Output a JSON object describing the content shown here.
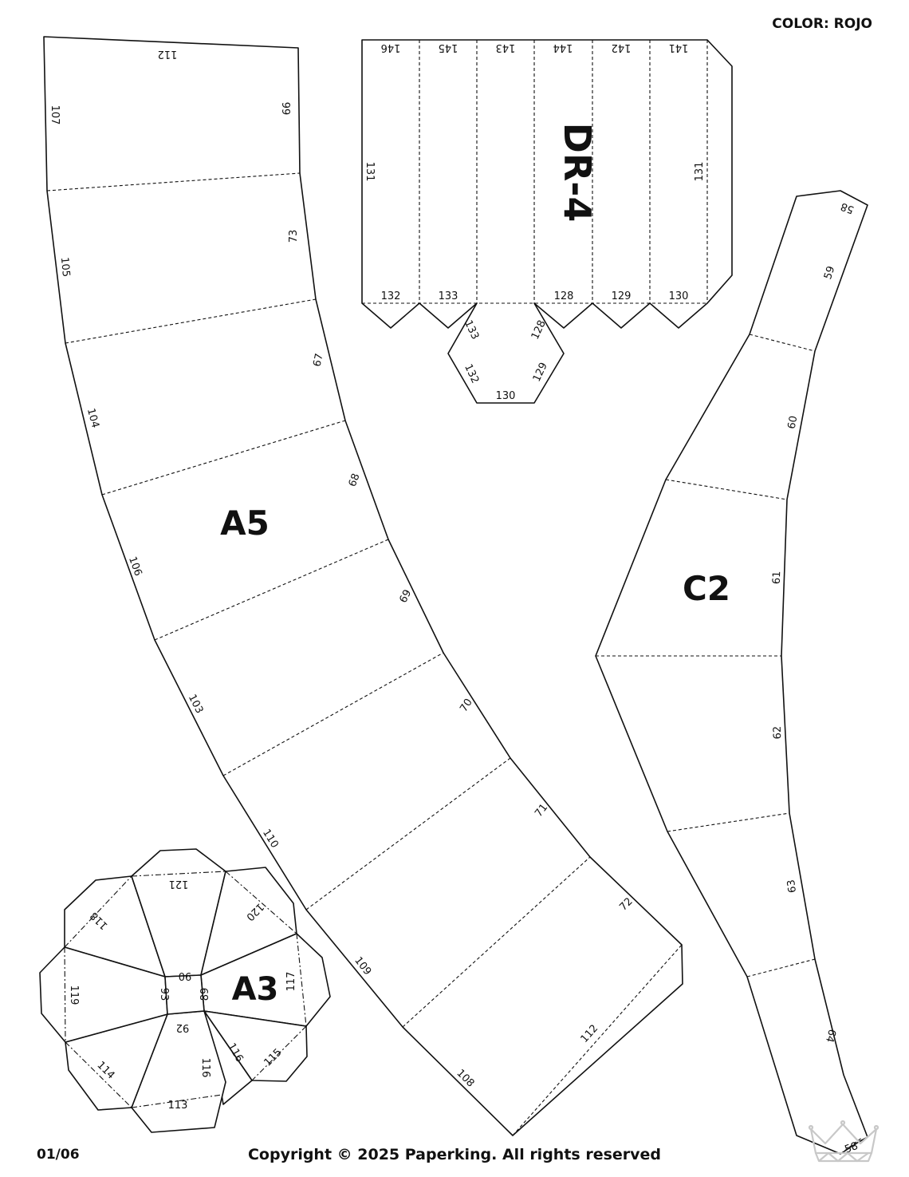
{
  "header": {
    "color_label": "COLOR: ROJO"
  },
  "footer": {
    "page_number": "01/06",
    "copyright": "Copyright © 2025 Paperking. All rights reserved"
  },
  "branding": {
    "logo": "crown-icon"
  },
  "pieces": {
    "a5": {
      "name": "A5",
      "labels": {
        "top": "112",
        "left1": "107",
        "right1": "66",
        "right2": "73",
        "left2": "105",
        "right3": "67",
        "left3": "104",
        "right4": "68",
        "left4": "106",
        "right5": "69",
        "left5": "103",
        "right6": "70",
        "left6": "110",
        "right7": "71",
        "right8": "72",
        "left7": "109",
        "fold_bottom": "112",
        "bottom": "108"
      }
    },
    "dr4": {
      "name": "DR-4",
      "labels": {
        "t1": "146",
        "t2": "145",
        "t3": "143",
        "t4": "144",
        "t5": "142",
        "t6": "141",
        "side_left": "131",
        "side_right": "131",
        "b1": "132",
        "b2": "133",
        "b4": "128",
        "b5": "129",
        "b6": "130",
        "hex_tl": "133",
        "hex_tr": "128",
        "hex_l": "132",
        "hex_r": "129",
        "hex_b": "130"
      }
    },
    "c2": {
      "name": "C2",
      "labels": {
        "tip_top": "58",
        "l59": "59",
        "l60": "60",
        "l61": "61",
        "l62": "62",
        "l63": "63",
        "l64": "64",
        "tip_bottom": "58"
      }
    },
    "a3": {
      "name": "A3",
      "labels": {
        "l121": "121",
        "l118": "118",
        "l120": "120",
        "l90": "90",
        "l93": "93",
        "l89": "89",
        "l117": "117",
        "l119": "119",
        "l92": "92",
        "l114": "114",
        "l116a": "116",
        "l116b": "116",
        "l115": "115",
        "l113": "113"
      }
    }
  }
}
